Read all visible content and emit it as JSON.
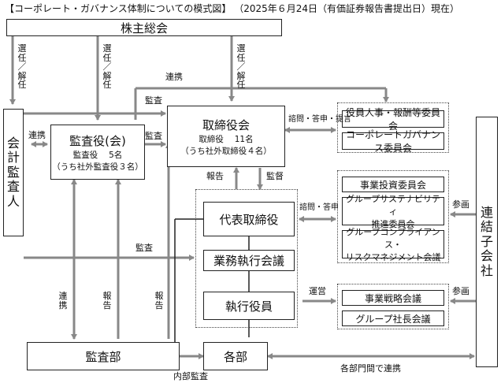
{
  "title": "【コーポレート・ガバナンス体制についての模式図】 （2025年６月24日（有価証券報告書提出日）現在）",
  "nodes": {
    "shareholders": "株主総会",
    "auditor_board": "監査役(会)",
    "auditor_board_sub1": "監査役　 5名",
    "auditor_board_sub2": "（うち社外監査役３名）",
    "board": "取締役会",
    "board_sub1": "取締役　 11名",
    "board_sub2": "（うち社外取締役４名）",
    "accounting_auditor": "会計監査人",
    "president": "代表取締役",
    "exec_committee": "業務執行会議",
    "executives": "執行役員",
    "audit_dept": "監査部",
    "departments": "各部",
    "subsidiaries": "連結子会社",
    "committee_nomination": "役員人事・報酬等委員会",
    "committee_governance": "コーポレートガバナンス委員会",
    "committee_investment": "事業投資委員会",
    "committee_sustainability_1": "グループサステナビリティ",
    "committee_sustainability_2": "推進委員会",
    "committee_compliance_1": "グループコンプライアンス・",
    "committee_compliance_2": "リスクマネジメント会議",
    "meeting_strategy": "事業戦略会議",
    "meeting_presidents": "グループ社長会議"
  },
  "labels": {
    "elect_1": "選任／解任",
    "elect_2": "選任／解任",
    "elect_3": "選任／解任",
    "cooperation_top": "連携",
    "audit_top": "監査",
    "cooperation_left": "連携",
    "audit_mid": "監査",
    "inquiry_board": "諮問・答申・提言",
    "report": "報告",
    "supervise": "監督",
    "inquiry_president": "諮問・答申",
    "participate_1": "参画",
    "audit_low": "監査",
    "operate": "運営",
    "participate_2": "参画",
    "cooperation_vertical": "連携",
    "report_vertical_1": "報告",
    "report_vertical_2": "報告",
    "internal_audit": "内部監査",
    "dept_cooperation": "各部門間で連携"
  }
}
